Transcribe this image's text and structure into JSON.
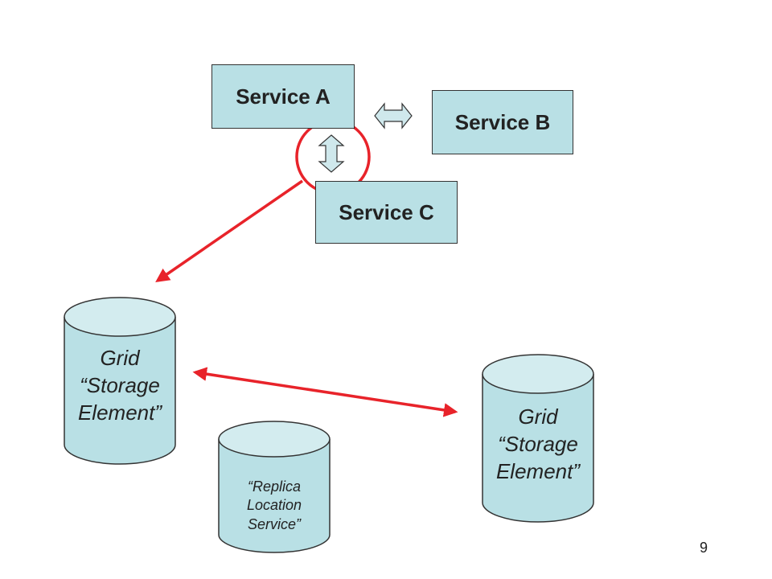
{
  "services": {
    "a_label": "Service A",
    "b_label": "Service B",
    "c_label": "Service C"
  },
  "storage_elements": {
    "left_label": "Grid\n“Storage\nElement”",
    "right_label": "Grid\n“Storage\nElement”"
  },
  "replica": {
    "label": "“Replica\nLocation\nService”"
  },
  "slide": {
    "page_number": "9"
  },
  "colors": {
    "box_fill": "#b9e0e5",
    "highlight": "#e8232a",
    "outline": "#333333"
  }
}
